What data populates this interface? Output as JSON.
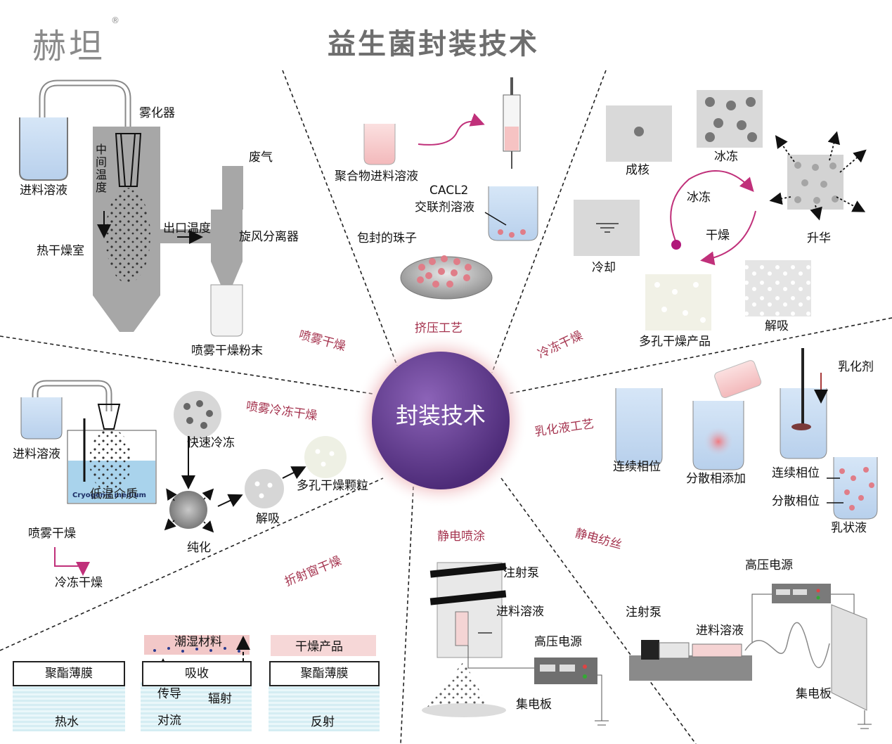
{
  "logo": {
    "text": "赫坦",
    "reg": "®"
  },
  "title": "益生菌封装技术",
  "center": "封装技术",
  "categories": {
    "spray_drying": "喷雾干燥",
    "extrusion": "挤压工艺",
    "freeze_drying": "冷冻干燥",
    "spray_freeze_drying": "喷雾冷冻干燥",
    "emulsion": "乳化液工艺",
    "refractance_window": "折射窗干燥",
    "electrospray": "静电喷涂",
    "electrospinning": "静电纺丝"
  },
  "spray_drying": {
    "feed": "进料溶液",
    "atomizer": "雾化器",
    "mid_temp": "中间温度",
    "chamber": "热干燥室",
    "exhaust": "废气",
    "outlet_temp": "出口温度",
    "cyclone": "旋风分离器",
    "powder": "喷雾干燥粉末"
  },
  "extrusion": {
    "polymer": "聚合物进料溶液",
    "cacl2": "CACL2",
    "crosslink": "交联剂溶液",
    "beads": "包封的珠子"
  },
  "freeze_drying": {
    "nucleation": "成核",
    "frozen": "冰冻",
    "sublimation": "升华",
    "cycle_freeze": "冰冻",
    "cycle_dry": "干燥",
    "cooling": "冷却",
    "porous": "多孔干燥产品",
    "desorption": "解吸"
  },
  "spray_freeze_drying": {
    "feed": "进料溶液",
    "medium_cn": "低温介质",
    "medium_en": "Cryogenic medium",
    "quick_freeze": "快速冷冻",
    "desorption": "解吸",
    "porous": "多孔干燥颗粒",
    "purify": "纯化",
    "spray_dry": "喷雾干燥",
    "freeze_dry": "冷冻干燥"
  },
  "emulsion": {
    "continuous": "连续相位",
    "dispersed_add": "分散相添加",
    "emulsifier": "乳化剂",
    "continuous2": "连续相位",
    "dispersed2": "分散相位",
    "emulsion": "乳状液"
  },
  "refractance_window": {
    "film": "聚酯薄膜",
    "hot_water": "热水",
    "wet": "潮湿材料",
    "absorb": "吸收",
    "conduction": "传导",
    "radiation": "辐射",
    "convection": "对流",
    "dry_product": "干燥产品",
    "film3": "聚酯薄膜",
    "reflect": "反射"
  },
  "electrospray": {
    "pump": "注射泵",
    "feed": "进料溶液",
    "hv": "高压电源",
    "collector": "集电板"
  },
  "electrospinning": {
    "hv": "高压电源",
    "pump": "注射泵",
    "feed": "进料溶液",
    "collector": "集电板"
  },
  "colors": {
    "category": "#a5344f",
    "center": "#6a3d9a",
    "arrow_pink": "#c0307a",
    "liquid": "#c9dcf2"
  }
}
